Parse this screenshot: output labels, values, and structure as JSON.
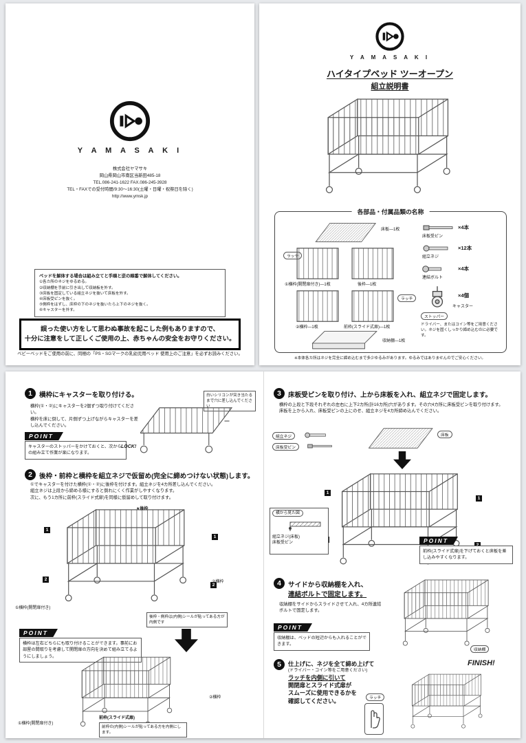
{
  "page1": {
    "brand": "Y A M A S A K I",
    "company": "株式会社ヤマサキ",
    "address": "岡山県岡山市南区当新田485-18",
    "telfax": "TEL.086-241-1622 FAX.086-245-3928",
    "hours": "TEL・FAXでの受付時間/9:30〜16:30(土曜・日曜・祝祭日を除く)",
    "url": "http://www.ymsk.jp",
    "disassembly": {
      "title": "ベッドを解体する場合は組み立てと手順と逆の順番で解体してください。",
      "items": [
        "①各カ所のネジをゆるめる。",
        "②収納棚を手前に引き出して収納板を外す。",
        "③床板を固定している組立ネジを抜いて床板を外す。",
        "④床板受ピンを抜く。",
        "⑤側枠をはずし、床枠の下のネジを抜いたら上下のネジを抜く。",
        "⑥キャスターを外す。"
      ]
    },
    "warning_line1": "誤った使い方をして思わぬ事故を起こした例もありますので、",
    "warning_line2": "十分に注意をして正しくご使用の上、赤ちゃんの安全をお守りください。",
    "notice": "ベビーベッドをご使用の前に、同梱の「PS・SGマークの乳幼児用ベッド 使用上のご注意」を必ずお読みください。"
  },
  "page2": {
    "brand": "Y A M A S A K I",
    "title": "ハイタイプベッド ツーオープン",
    "subtitle": "組立説明書",
    "parts_title": "各部品・付属品類の名称",
    "labels": {
      "floor": "床板—1枚",
      "side1": "①横枠(開閉扉付き)—1枚",
      "rear": "後枠—1枚",
      "side2": "②横枠—1枚",
      "front": "前枠(スライド式扉)—1枚",
      "shelf": "収納棚—1枚",
      "latch": "ラッチ",
      "stopper": "ストッパー"
    },
    "fasteners": [
      {
        "name": "床板受ピン",
        "qty": "×4本"
      },
      {
        "name": "組立ネジ",
        "qty": "×12本"
      },
      {
        "name": "連結ボルト",
        "qty": "×4本"
      },
      {
        "name": "キャスター",
        "qty": "×4個"
      }
    ],
    "driver_note": "ドライバー、またはコイン等をご用意ください。ネジを固くしっかり締め込むのに必要です。",
    "footnote": "※本体各カ所はネジを完全に締め込むまで多少ゆるみがあります。ゆるみではありませんのでご安心ください。"
  },
  "page3": {
    "step1": {
      "num": "1",
      "title": "横枠にキャスターを取り付ける。",
      "body1": "横枠(①・②)にキャスターを2個ずつ取り付けてください。",
      "body2": "横枠を床に倒して、片側ずつ上げながらキャスターを差し込んでください。",
      "point_label": "POINT",
      "point_text": "キャスターのストッパーをかけておくと、次からの組み立て作業が楽になります。",
      "lock_label": "LOCK!",
      "insert_note": "白いシリコンが突き当たるまで穴に差し込んでください"
    },
    "step2": {
      "num": "2",
      "title": "後枠・前枠と横枠を組立ネジで仮留め(完全に締めつけない状態)します。",
      "body1": "①でキャスターを付けた横枠(①・②)に後枠を付けます。組立ネジを4カ所差し込んでください。",
      "body2": "組立ネジは上段から締める様にすると倒れにくく作業がしやすくなります。",
      "body3": "次に、もう1カ所に前枠(スライド式扉)を同様に仮留めして取り付けます。",
      "label_rear": "★後枠",
      "label_side1": "①横枠(開閉扉付き)",
      "label_side2": "②横枠",
      "inner_note": "後枠・側枠は(内側)シールが貼ってある方が内側です",
      "point_label": "POINT",
      "point_text": "横枠は左右どちらにも取り付けることができます。事前にお部屋の間取りを考慮して開閉扉の方向を決めて組み立てるようにしましょう。",
      "label_side1b": "①横枠(開閉扉付き)",
      "label_side2b": "②横枠",
      "label_frontb": "前枠(スライド式扉)",
      "inner_noteb": "前枠の(内側)シールが貼ってある方を内側にします。",
      "callout1": "1",
      "callout2": "2"
    }
  },
  "page4": {
    "step3": {
      "num": "3",
      "title": "床板受ピンを取り付け、上から床板を入れ、組立ネジで固定します。",
      "body1": "横枠の上段と下段それぞれの左右に上下2カ所(計16カ所)穴があります。その穴4カ所に床板受ピンを取り付けます。",
      "body2": "床板を上から入れ、床板受ピンの上にのせ、組立ネジを4カ所締め込んでください。",
      "label_neji": "組立ネジ",
      "label_pin": "床板受ピン",
      "label_board": "床板",
      "sideview_title": "横から見た図",
      "sideview_neji": "組立ネジ(床板)",
      "sideview_pin": "床板受ピン",
      "point_label": "POINT",
      "point_text": "前枠(スライド式扉)を下げておくと床板を差し込みやすくなります。",
      "callout1": "1",
      "callout2": "2"
    },
    "step4": {
      "num": "4",
      "title1": "サイドから収納棚を入れ、",
      "title2": "連結ボルトで固定します。",
      "body": "収納棚をサイドからスライドさせて入れ、4カ所連結ボルトで固定します。",
      "point_label": "POINT",
      "point_text": "収納棚は、ベッドの短辺からも入れることができます。",
      "label_shelf": "収納棚"
    },
    "step5": {
      "num": "5",
      "line1": "仕上げに、ネジを全て締め上げて",
      "line2": "(ドライバー・コイン等をご用意ください)",
      "line3": "ラッチを内側に引いて",
      "line4": "開閉扉とスライド式扉が",
      "line5": "スムーズに使用できるかを",
      "line6": "確認してください。",
      "finish": "FINISH!",
      "label_latch": "ラッチ"
    }
  }
}
